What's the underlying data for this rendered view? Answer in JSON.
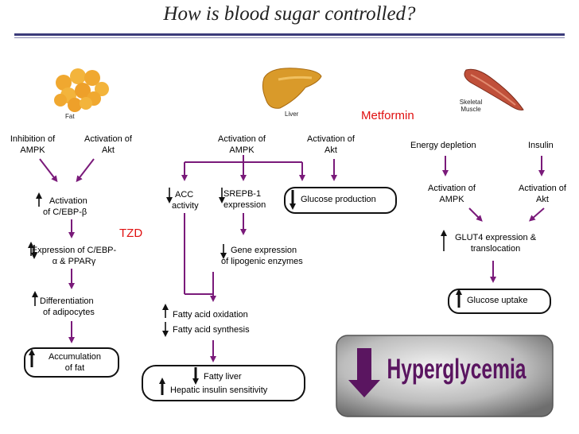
{
  "title": "How is blood sugar controlled?",
  "organs": {
    "fat": "Fat",
    "liver": "Liver",
    "muscle_line1": "Skeletal",
    "muscle_line2": "Muscle"
  },
  "drugs": {
    "tzd": "TZD",
    "metformin": "Metformin"
  },
  "fat_col": {
    "inhib_l1": "Inhibition of",
    "inhib_l2": "AMPK",
    "akt_l1": "Activation of",
    "akt_l2": "Akt",
    "cebp_l1": "Activation",
    "cebp_l2": "of C/EBP-β",
    "expr_l1": "Expression of C/EBP-",
    "expr_l2": "α & PPARγ",
    "diff_l1": "Differentiation",
    "diff_l2": "of adipocytes",
    "accum_l1": "Accumulation",
    "accum_l2": "of fat"
  },
  "liver_col": {
    "ampk_l1": "Activation of",
    "ampk_l2": "AMPK",
    "akt_l1": "Activation of",
    "akt_l2": "Akt",
    "acc_l1": "ACC",
    "acc_l2": "activity",
    "srepb_l1": "SREPB-1",
    "srepb_l2": "expression",
    "glucose_prod": "Glucose production",
    "gene_l1": "Gene expression",
    "gene_l2": "of lipogenic enzymes",
    "fa_ox": "Fatty acid oxidation",
    "fa_syn": "Fatty acid synthesis",
    "fatty_liver": "Fatty liver",
    "hep_ins": "Hepatic insulin sensitivity"
  },
  "muscle_col": {
    "energy": "Energy depletion",
    "insulin": "Insulin",
    "ampk_l1": "Activation of",
    "ampk_l2": "AMPK",
    "akt_l1": "Activation of",
    "akt_l2": "Akt",
    "glut_l1": "GLUT4 expression &",
    "glut_l2": "translocation",
    "uptake": "Glucose uptake"
  },
  "outcome": "Hyperglycemia",
  "colors": {
    "arrow": "#7a1a7a",
    "drug": "#e01010",
    "title_rule": "#3b3b7a",
    "outcome_text": "#5a1560"
  },
  "icons": [
    "fat-cells-icon",
    "liver-icon",
    "muscle-icon",
    "up-arrow-icon",
    "down-arrow-icon"
  ]
}
